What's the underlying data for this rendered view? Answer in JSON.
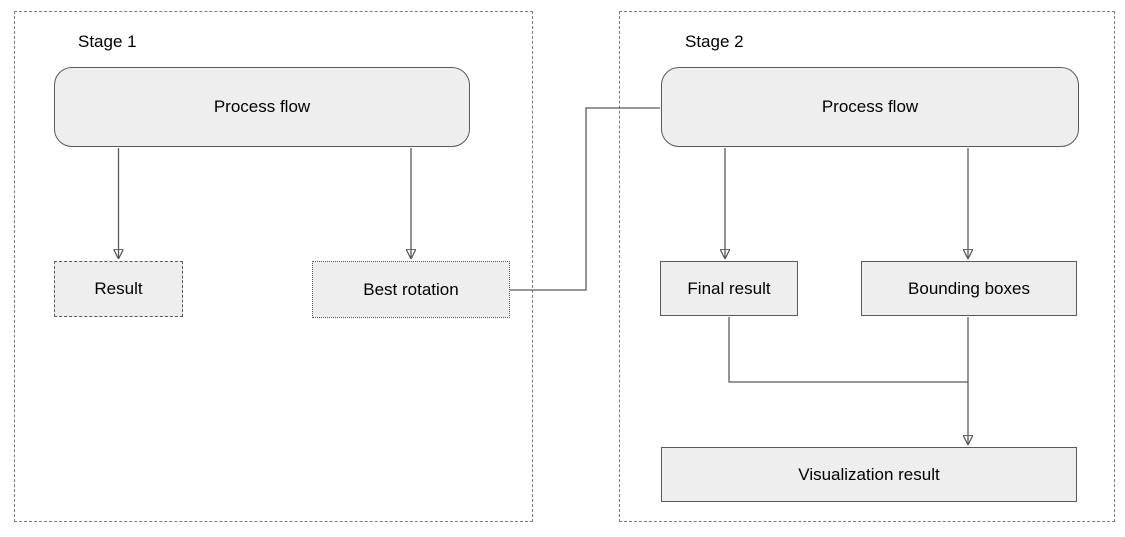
{
  "stage1": {
    "label": "Stage 1",
    "process_flow": "Process flow",
    "result": "Result",
    "best_rotation": "Best rotation"
  },
  "stage2": {
    "label": "Stage 2",
    "process_flow": "Process flow",
    "final_result": "Final result",
    "bounding_boxes": "Bounding boxes",
    "visualization_result": "Visualization result"
  },
  "edges": [
    {
      "from": "stage1.process_flow",
      "to": "stage1.result",
      "arrow": true
    },
    {
      "from": "stage1.process_flow",
      "to": "stage1.best_rotation",
      "arrow": true
    },
    {
      "from": "stage1.best_rotation",
      "to": "stage2.process_flow",
      "arrow": false
    },
    {
      "from": "stage2.process_flow",
      "to": "stage2.final_result",
      "arrow": true
    },
    {
      "from": "stage2.process_flow",
      "to": "stage2.bounding_boxes",
      "arrow": true
    },
    {
      "from": "stage2.final_result",
      "to": "stage2.visualization_result",
      "arrow": false
    },
    {
      "from": "stage2.bounding_boxes",
      "to": "stage2.visualization_result",
      "arrow": true
    }
  ],
  "colors": {
    "background": "#ffffff",
    "node_fill": "#eeeeee",
    "node_border": "#595959",
    "container_border": "#7b7b7b",
    "connector": "#595959",
    "text": "#000000"
  }
}
